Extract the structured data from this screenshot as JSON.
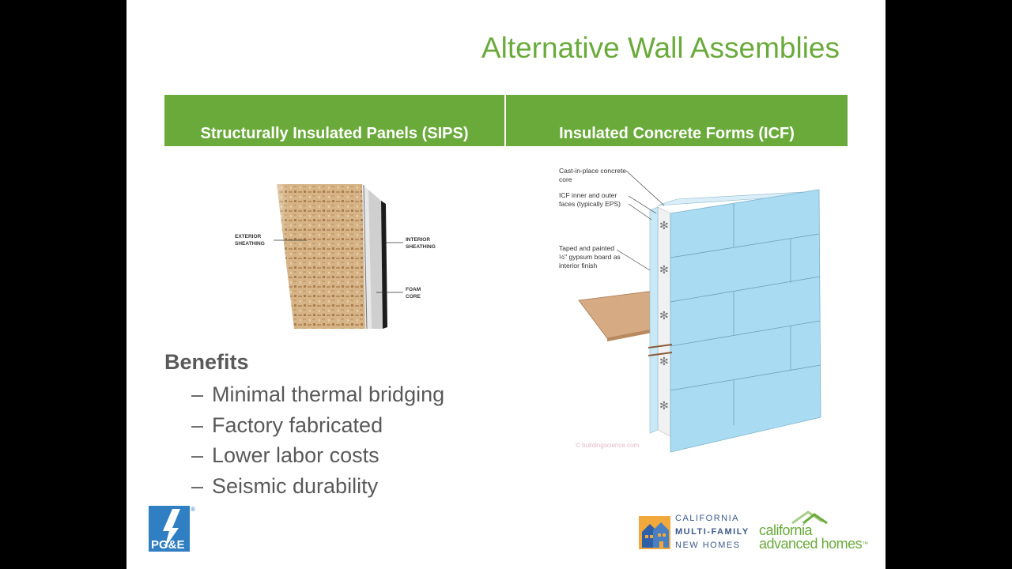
{
  "slide": {
    "title": "Alternative Wall Assemblies",
    "columns": [
      {
        "label": "Structurally Insulated Panels (SIPS)"
      },
      {
        "label": "Insulated Concrete Forms (ICF)"
      }
    ],
    "sips_labels": {
      "exterior": [
        "EXTERIOR",
        "SHEATHING"
      ],
      "interior": [
        "INTERIOR",
        "SHEATHING"
      ],
      "core": [
        "FOAM",
        "CORE"
      ]
    },
    "icf_labels": {
      "core": [
        "Cast-in-place concrete",
        "core"
      ],
      "faces": [
        "ICF inner and outer",
        "faces (typically EPS)"
      ],
      "board": [
        "Taped and painted",
        "½\" gypsum board as",
        "interior finish"
      ],
      "credit": "© buildingscience.com"
    },
    "benefits": {
      "heading": "Benefits",
      "items": [
        "Minimal thermal bridging",
        "Factory fabricated",
        "Lower labor costs",
        "Seismic durability"
      ],
      "dash": "–"
    }
  },
  "logos": {
    "pge": "PG&E",
    "pge_mark": "®",
    "cmf": [
      "CALIFORNIA",
      "MULTI-FAMILY",
      "NEW HOMES"
    ],
    "cah": [
      "california",
      "advanced homes"
    ],
    "cah_mark": "™"
  },
  "colors": {
    "accent": "#6aaa3a",
    "text": "#595959",
    "foam": "#a9dcf2"
  }
}
